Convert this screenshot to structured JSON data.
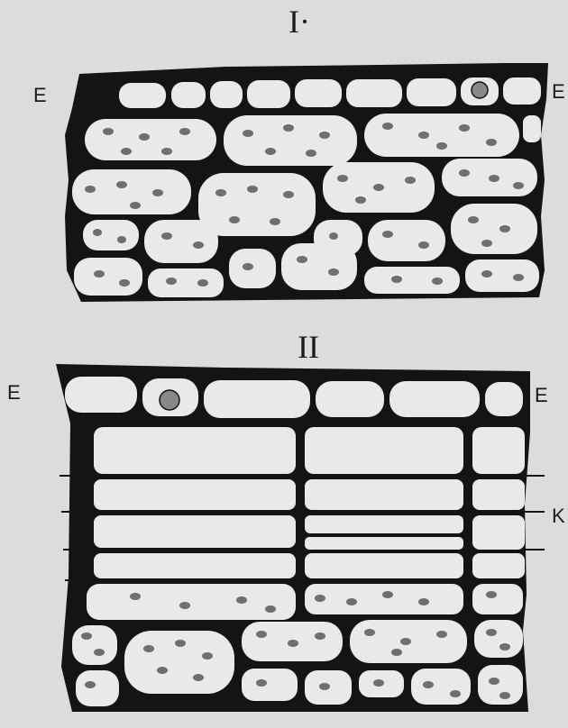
{
  "figure_one": {
    "numeral": "I·",
    "label_left": "E",
    "label_right": "E"
  },
  "figure_two": {
    "numeral": "II",
    "label_left": "E",
    "label_right": "E",
    "label_side": "K"
  },
  "colors": {
    "background": "#dcdcda",
    "ink": "#141414",
    "cell_fill": "#e9e9e7",
    "granule": "#6f6f6d"
  }
}
